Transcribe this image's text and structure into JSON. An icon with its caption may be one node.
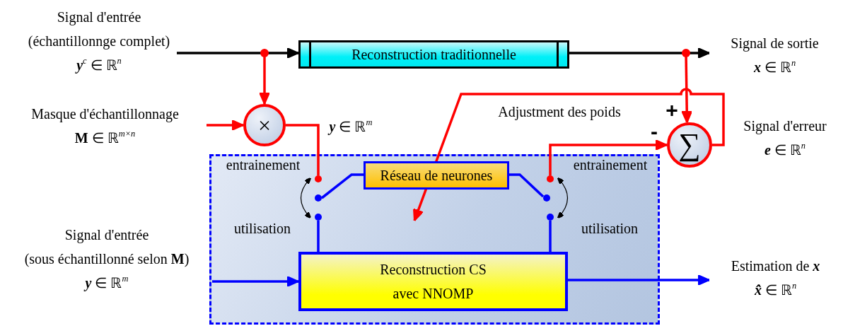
{
  "diagram": {
    "nodes": [
      {
        "text": [
          "Signal d'entrée",
          "(échantillonnge complet)",
          "**y**$^{c}$ ∈ ℝ$^{n}$"
        ]
      },
      {
        "text": [
          "Reconstruction traditionnelle"
        ]
      },
      {
        "text": [
          "Signal de sortie",
          "**x** ∈ ℝ$^{n}$"
        ]
      },
      {
        "text": [
          "Masque d'échantillonnage",
          "**M** ∈ ℝ$^{m×n}$"
        ]
      },
      {
        "text": [
          "×"
        ]
      },
      {
        "text": [],
        "shape": "box"
      },
      {
        "text": [],
        "shape": "circle",
        "in": 5
      },
      {
        "text": [
          "Réseau de neurones"
        ],
        "in": 5
      },
      {
        "text": [],
        "shape": "circle",
        "in": 5
      },
      {
        "text": [],
        "shape": "circle",
        "in": 5
      },
      {
        "text": [],
        "shape": "circle",
        "in": 5
      },
      {
        "text": [],
        "shape": "circle",
        "in": 5
      },
      {
        "text": [],
        "shape": "circle",
        "in": 5
      },
      {
        "text": [
          "Reconstruction CS avec NNOMP"
        ],
        "in": 5
      },
      {
        "text": [
          "∑"
        ]
      },
      {
        "text": [
          "Signal d'erreur",
          "**e** ∈ ℝ$^{n}$"
        ]
      },
      {
        "text": [
          "Signal d'entrée",
          "(sous échantillonné selon **M**)",
          "**y** ∈ ℝ$^{m}$"
        ]
      },
      {
        "text": [
          "Estimation de **x**",
          "**x̂̂** ∈ ℝ$^{n}$"
        ]
      }
    ],
    "edges": [
      {
        "from": 0,
        "to": 1,
        "arrow": "to",
        "color": "#000000"
      },
      {
        "from": 1,
        "to": 2,
        "arrow": "to",
        "color": "#000000"
      },
      {
        "from": null,
        "to": 4,
        "arrow": "to"
      },
      {
        "from": 3,
        "to": 4,
        "arrow": "to"
      },
      {
        "from": 4,
        "to": 6,
        "arrow": "none"
      },
      {
        "from": null,
        "to": 14,
        "arrow": "to"
      },
      {
        "from": 8,
        "to": 14,
        "arrow": "to"
      },
      {
        "from": 14,
        "to": null,
        "arrow": "to"
      },
      {
        "from": 9,
        "to": 7,
        "arrow": "none",
        "color": "#0000ff"
      },
      {
        "from": 7,
        "to": 10,
        "arrow": "none",
        "color": "#0000ff"
      },
      {
        "from": 11,
        "to": 13,
        "arrow": "none",
        "color": "#0000ff"
      },
      {
        "from": 12,
        "to": 13,
        "arrow": "none",
        "color": "#0000ff"
      },
      {
        "from": 16,
        "to": 13,
        "arrow": "to",
        "color": "#0000ff"
      },
      {
        "from": 13,
        "to": 17,
        "arrow": "to",
        "color": "#0000ff"
      },
      {
        "from": 6,
        "to": 11,
        "arrow": "both",
        "color": "#000000"
      },
      {
        "from": 8,
        "to": 12,
        "arrow": "both",
        "color": "#000000"
      }
    ],
    "labels": [
      "Adjustment des poids",
      "+",
      "**y** ∈ ℝ$^{m}$",
      "-",
      "entrainement",
      "entrainement",
      "utilisation",
      "utilisation"
    ]
  }
}
